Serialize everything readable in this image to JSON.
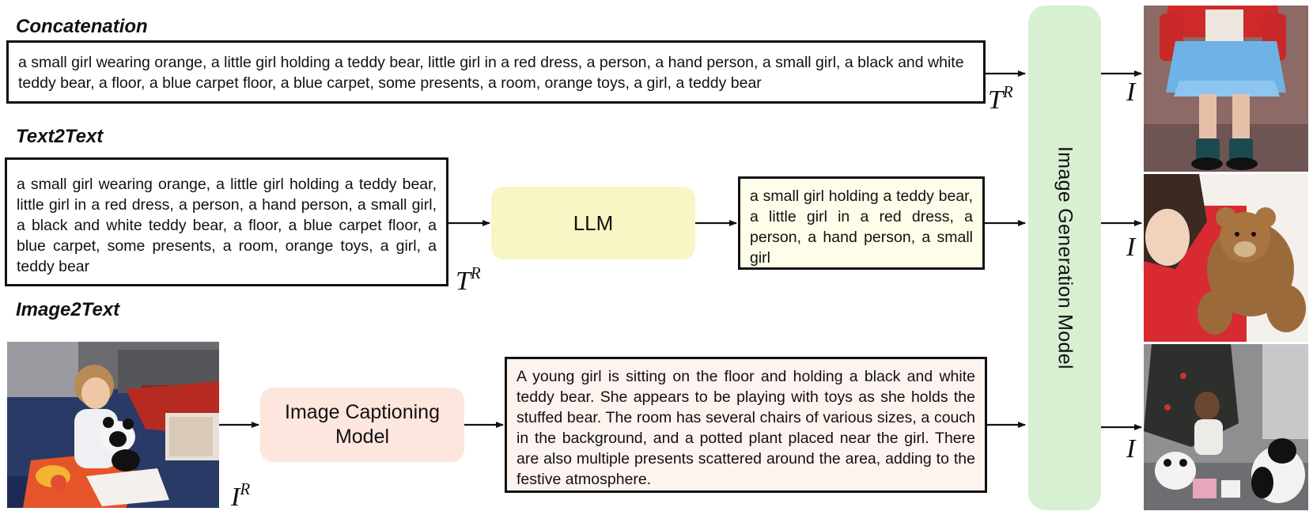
{
  "sections": {
    "concatenation": "Concatenation",
    "text2text": "Text2Text",
    "image2text": "Image2Text"
  },
  "concat_text": "a small girl wearing orange, a little girl holding a teddy bear, little girl in a red dress, a person, a hand person, a small girl, a black and white teddy bear, a floor, a blue carpet floor, a blue carpet, some presents, a room, orange toys, a girl, a teddy bear",
  "text2text_input": "a small girl wearing orange, a little girl holding a teddy bear, little girl in a red dress, a person, a hand person, a small girl, a black and white teddy bear, a floor, a blue carpet floor, a blue carpet, some presents, a room, orange toys, a girl, a teddy bear",
  "llm_label": "LLM",
  "llm_output": "a small girl holding a teddy bear, a little girl in a red dress, a person, a hand person, a small girl",
  "captioning_label": "Image Captioning Model",
  "caption_output": "A young girl is sitting on the floor and holding a black and white teddy bear. She appears to be playing with toys as she holds the stuffed bear. The room has several chairs of various sizes, a couch in the background, and a potted plant placed near the girl. There are also multiple presents scattered around the area, adding to the festive atmosphere.",
  "generation_label": "Image Generation Model",
  "symbols": {
    "T": "T",
    "R": "R",
    "I": "I"
  },
  "colors": {
    "llm": "#f7f6c4",
    "captioning": "#fde6dd",
    "generation": "#d7f0d2",
    "llm_output_bg": "#fdfde9",
    "caption_output_bg": "#fdf3ef"
  }
}
